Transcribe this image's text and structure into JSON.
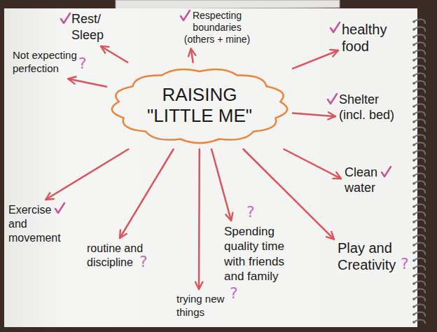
{
  "diagram": {
    "nodes": [
      {
        "text": [
          "RAISING \"LITTLE ME\""
        ]
      },
      {
        "text": [
          "Rest/ Sleep"
        ]
      },
      {
        "text": [
          "Respecting boundaries (others + mine)"
        ]
      },
      {
        "text": [
          "healthy food"
        ]
      },
      {
        "text": [
          "Not expecting perfection"
        ]
      },
      {
        "text": [
          "Shelter (incl. bed)"
        ]
      },
      {
        "text": [
          "Clean water"
        ]
      },
      {
        "text": [
          "Exercise and movement"
        ]
      },
      {
        "text": [
          "routine and discipline"
        ]
      },
      {
        "text": [
          "Spending quality time with friends and family"
        ]
      },
      {
        "text": [
          "Play and Creativity"
        ]
      },
      {
        "text": [
          "trying new things"
        ]
      }
    ],
    "edges": [
      {
        "from": 0,
        "to": 1,
        "arrow": "to"
      },
      {
        "from": 0,
        "to": 2,
        "arrow": "to"
      },
      {
        "from": 0,
        "to": 3,
        "arrow": "to"
      },
      {
        "from": 0,
        "to": 4,
        "arrow": "to"
      },
      {
        "from": 0,
        "to": 5,
        "arrow": "to"
      },
      {
        "from": 0,
        "to": 6,
        "arrow": "to"
      },
      {
        "from": 0,
        "to": 7,
        "arrow": "to"
      },
      {
        "from": 0,
        "to": 8,
        "arrow": "to"
      },
      {
        "from": 0,
        "to": 9,
        "arrow": "to"
      },
      {
        "from": 0,
        "to": 10,
        "arrow": "to"
      },
      {
        "from": 0,
        "to": 11,
        "arrow": "to"
      }
    ],
    "labels": [
      "?",
      "?",
      "?",
      "?",
      "?"
    ]
  }
}
